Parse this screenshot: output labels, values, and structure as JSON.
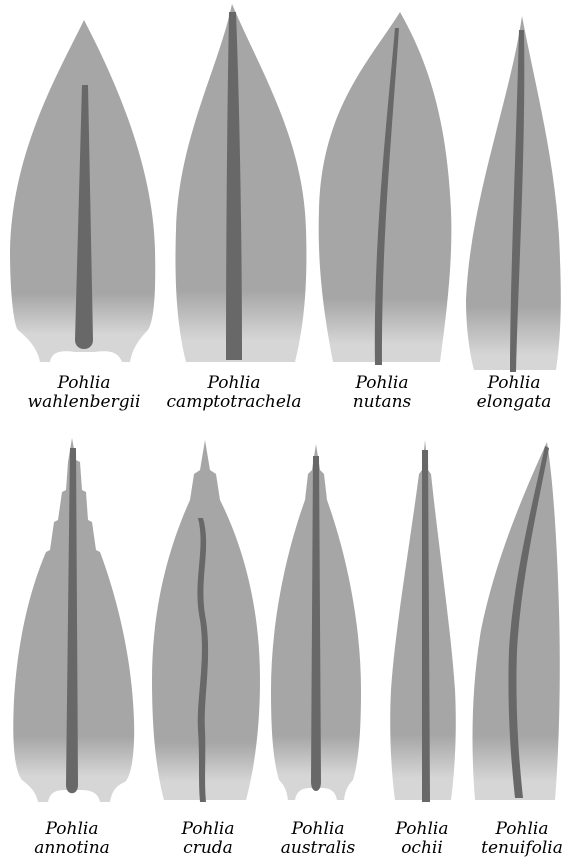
{
  "colors": {
    "blade": "#a6a6a6",
    "blade_base": "#d6d6d6",
    "costa": "#686868",
    "caption": "#000000"
  },
  "rows": [
    {
      "specimens": [
        {
          "genus": "Pohlia",
          "species": "wahlenbergii"
        },
        {
          "genus": "Pohlia",
          "species": "camptotrachela"
        },
        {
          "genus": "Pohlia",
          "species": "nutans"
        },
        {
          "genus": "Pohlia",
          "species": "elongata"
        }
      ]
    },
    {
      "specimens": [
        {
          "genus": "Pohlia",
          "species": "annotina"
        },
        {
          "genus": "Pohlia",
          "species": "cruda"
        },
        {
          "genus": "Pohlia",
          "species": "australis"
        },
        {
          "genus": "Pohlia",
          "species": "ochii"
        },
        {
          "genus": "Pohlia",
          "species": "tenuifolia"
        }
      ]
    }
  ]
}
